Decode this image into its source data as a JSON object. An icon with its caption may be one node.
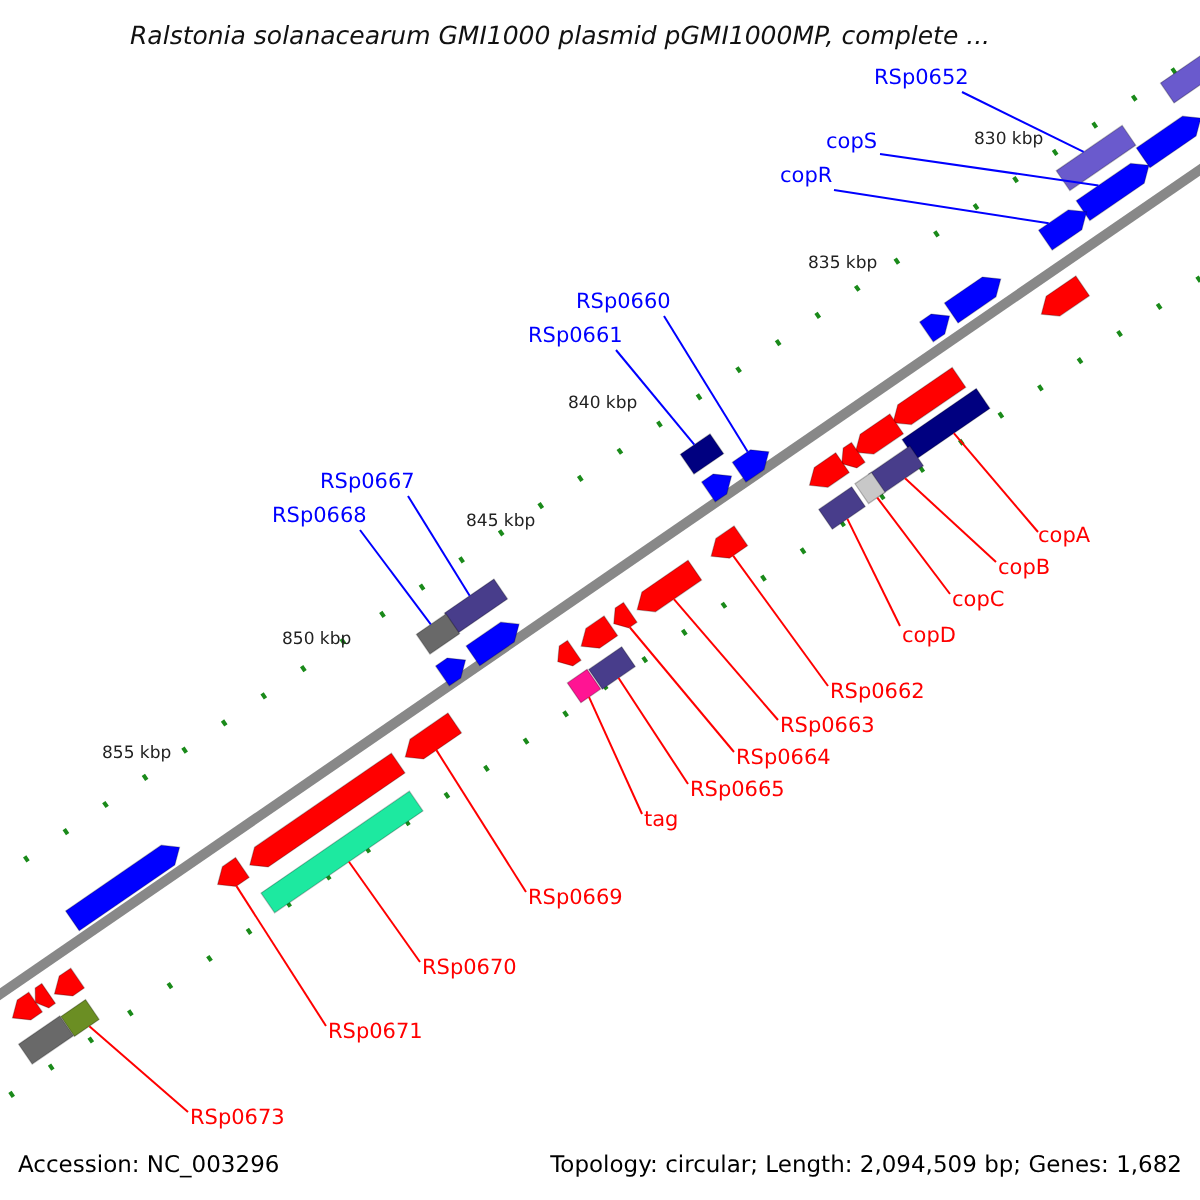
{
  "diagram": {
    "title": "Ralstonia solanacearum GMI1000 plasmid pGMI1000MP, complete ...",
    "nodes": [
      {
        "text": [
          "RSp0652"
        ]
      },
      {
        "text": [
          "copS"
        ]
      },
      {
        "text": [
          "copR"
        ]
      },
      {
        "text": [
          "RSp0660"
        ]
      },
      {
        "text": [
          "RSp0661"
        ]
      },
      {
        "text": [
          "RSp0667"
        ]
      },
      {
        "text": [
          "RSp0668"
        ]
      },
      {
        "text": [
          "copA"
        ]
      },
      {
        "text": [
          "copB"
        ]
      },
      {
        "text": [
          "copC"
        ]
      },
      {
        "text": [
          "copD"
        ]
      },
      {
        "text": [
          "RSp0662"
        ]
      },
      {
        "text": [
          "RSp0663"
        ]
      },
      {
        "text": [
          "RSp0664"
        ]
      },
      {
        "text": [
          "RSp0665"
        ]
      },
      {
        "text": [
          "tag"
        ]
      },
      {
        "text": [
          "RSp0669"
        ]
      },
      {
        "text": [
          "RSp0670"
        ]
      },
      {
        "text": [
          "RSp0671"
        ]
      },
      {
        "text": [
          "RSp0673"
        ]
      },
      {
        "text": [],
        "shape": "arrow"
      },
      {
        "text": [],
        "shape": "arrow"
      },
      {
        "text": [],
        "shape": "arrow"
      },
      {
        "text": [],
        "shape": "arrow"
      },
      {
        "text": [],
        "shape": "arrow"
      },
      {
        "text": [],
        "shape": "arrow"
      },
      {
        "text": [],
        "shape": "arrow"
      },
      {
        "text": [],
        "shape": "arrow"
      },
      {
        "text": [],
        "shape": "arrow"
      },
      {
        "text": [],
        "shape": "arrow"
      },
      {
        "text": [],
        "shape": "arrow"
      },
      {
        "text": [],
        "shape": "arrow"
      },
      {
        "text": [],
        "shape": "arrow"
      },
      {
        "text": [],
        "shape": "arrow"
      },
      {
        "text": [],
        "shape": "arrow"
      },
      {
        "text": [],
        "shape": "arrow"
      },
      {
        "text": [],
        "shape": "arrow"
      },
      {
        "text": [],
        "shape": "arrow"
      },
      {
        "text": [],
        "shape": "arrow"
      },
      {
        "text": [],
        "shape": "arrow"
      },
      {
        "text": [],
        "shape": "arrow"
      },
      {
        "text": [],
        "shape": "arrow"
      },
      {
        "text": [],
        "shape": "arrow"
      },
      {
        "text": [],
        "shape": "arrow"
      },
      {
        "text": [],
        "shape": "arrow"
      },
      {
        "text": [],
        "shape": "arrow"
      },
      {
        "text": [],
        "shape": "arrow"
      },
      {
        "text": [],
        "shape": "arrow"
      },
      {
        "text": [],
        "shape": "arrow"
      },
      {
        "text": [],
        "shape": "arrow"
      },
      {
        "text": [],
        "shape": "arrow"
      },
      {
        "text": [],
        "shape": "arrow"
      },
      {
        "text": [],
        "shape": "arrow"
      },
      {
        "text": [],
        "shape": "arrow"
      },
      {
        "text": [],
        "shape": "arrow"
      },
      {
        "text": [],
        "shape": "arrow"
      },
      {
        "text": [],
        "shape": "arrow"
      },
      {
        "text": [],
        "shape": "arrow"
      },
      {
        "text": [],
        "shape": "arrow"
      },
      {
        "text": [],
        "shape": "arrow"
      }
    ],
    "edges": [
      {
        "from": 0,
        "to": 20,
        "arrow": "none",
        "color": "#0000ff"
      },
      {
        "from": 1,
        "to": 21,
        "arrow": "none",
        "color": "#0000ff"
      },
      {
        "from": 2,
        "to": 22,
        "arrow": "none",
        "color": "#0000ff"
      },
      {
        "from": 3,
        "to": 23,
        "arrow": "none",
        "color": "#0000ff"
      },
      {
        "from": 4,
        "to": 24,
        "arrow": "none",
        "color": "#0000ff"
      },
      {
        "from": 5,
        "to": 25,
        "arrow": "none",
        "color": "#0000ff"
      },
      {
        "from": 6,
        "to": 26,
        "arrow": "none",
        "color": "#0000ff"
      },
      {
        "from": 7,
        "to": 27,
        "arrow": "none"
      },
      {
        "from": 8,
        "to": 28,
        "arrow": "none"
      },
      {
        "from": 9,
        "to": 29,
        "arrow": "none"
      },
      {
        "from": 10,
        "to": 30,
        "arrow": "none"
      },
      {
        "from": 11,
        "to": 31,
        "arrow": "none"
      },
      {
        "from": 12,
        "to": 32,
        "arrow": "none"
      },
      {
        "from": 13,
        "to": 33,
        "arrow": "none"
      },
      {
        "from": 14,
        "to": 34,
        "arrow": "none"
      },
      {
        "from": 15,
        "to": 35,
        "arrow": "none"
      },
      {
        "from": 16,
        "to": 36,
        "arrow": "none"
      },
      {
        "from": 17,
        "to": 37,
        "arrow": "none"
      },
      {
        "from": 18,
        "to": 38,
        "arrow": "none"
      },
      {
        "from": 19,
        "to": 39,
        "arrow": "none"
      }
    ],
    "labels": [
      "830 kbp",
      "835 kbp",
      "840 kbp",
      "845 kbp",
      "850 kbp",
      "855 kbp",
      "Accession: NC_003296",
      "Topology: circular; Length: 2,094,509 bp; Genes: 1,682"
    ]
  }
}
